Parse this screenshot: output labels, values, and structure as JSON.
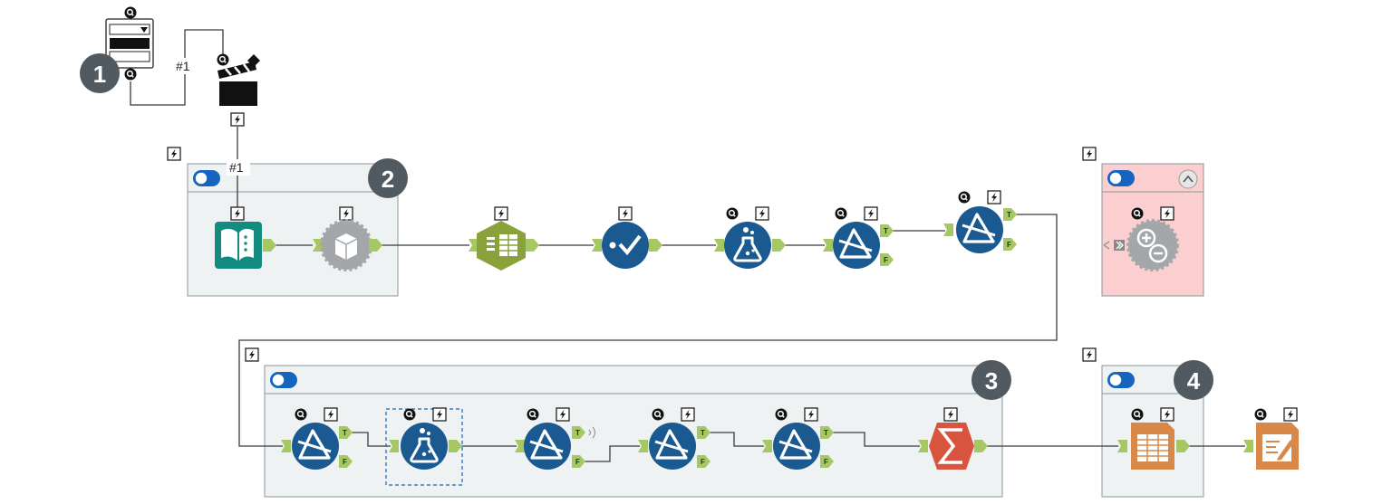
{
  "wire_labels": {
    "interface_link": "#1",
    "container_link": "#1"
  },
  "steps": [
    "1",
    "2",
    "3",
    "4"
  ],
  "anchor_labels": {
    "true": "T",
    "false": "F"
  },
  "colors": {
    "container_fill": "#eef2f3",
    "container_border": "#8a979c",
    "disabled_container_fill": "#fbcfcf",
    "toggle_on": "#1565c0",
    "anchor_green": "#a6c864",
    "tool_blue": "#1b5a91",
    "tool_teal": "#138b80",
    "tool_olive": "#8aa23c",
    "tool_gray": "#a4a7a9",
    "tool_summarize": "#d9543f",
    "tool_output": "#d8894a",
    "step_badge": "#525a61"
  },
  "tools": [
    {
      "id": "interface",
      "icon": "interface-dropdown-tool-icon"
    },
    {
      "id": "action",
      "icon": "clapperboard-action-tool-icon"
    },
    {
      "id": "text-input",
      "icon": "text-input-tool-icon"
    },
    {
      "id": "macro",
      "icon": "macro-box-tool-icon"
    },
    {
      "id": "select",
      "icon": "select-columns-tool-icon"
    },
    {
      "id": "sample",
      "icon": "check-sample-tool-icon"
    },
    {
      "id": "formula-1",
      "icon": "formula-flask-tool-icon"
    },
    {
      "id": "filter-1",
      "icon": "filter-tool-icon"
    },
    {
      "id": "filter-2",
      "icon": "filter-tool-icon"
    },
    {
      "id": "adjust",
      "icon": "plus-minus-gear-tool-icon"
    },
    {
      "id": "filter-3",
      "icon": "filter-tool-icon"
    },
    {
      "id": "formula-2",
      "icon": "formula-flask-tool-icon"
    },
    {
      "id": "filter-4",
      "icon": "filter-tool-icon"
    },
    {
      "id": "filter-5",
      "icon": "filter-tool-icon"
    },
    {
      "id": "filter-6",
      "icon": "filter-tool-icon"
    },
    {
      "id": "summarize",
      "icon": "summarize-sigma-tool-icon"
    },
    {
      "id": "browse",
      "icon": "browse-table-tool-icon"
    },
    {
      "id": "output",
      "icon": "output-report-tool-icon"
    }
  ]
}
